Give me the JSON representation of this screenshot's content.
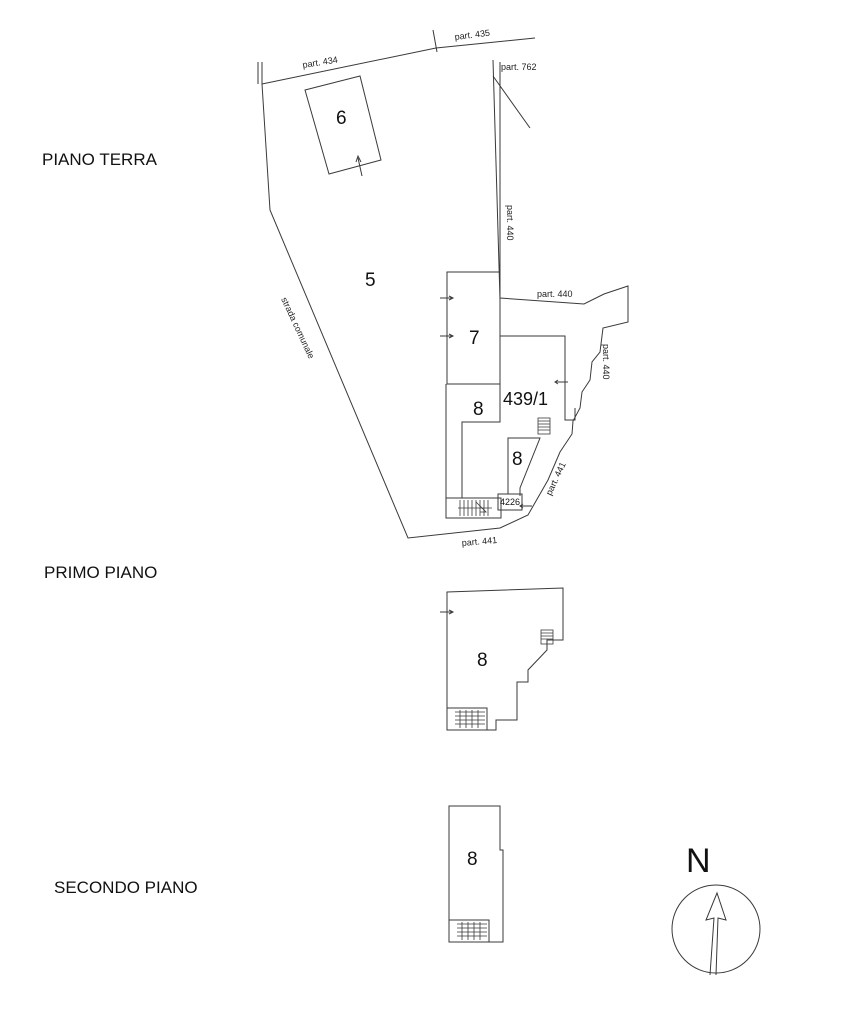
{
  "floors": {
    "ground": "PIANO TERRA",
    "first": "PRIMO PIANO",
    "second": "SECONDO PIANO"
  },
  "units": {
    "u5": "5",
    "u6": "6",
    "u7": "7",
    "u8_ground_a": "8",
    "u8_ground_b": "8",
    "u439": "439/1",
    "u4226": "4226",
    "u8_first": "8",
    "u8_second": "8"
  },
  "parcels": {
    "p434": "part. 434",
    "p435": "part. 435",
    "p762": "part. 762",
    "p440_east": "part. 440",
    "p440_mid": "part. 440",
    "p440_right": "part. 440",
    "p441_bottom": "part. 441",
    "p441_diag": "part. 441",
    "road": "strada comunale"
  },
  "north_label": "N"
}
